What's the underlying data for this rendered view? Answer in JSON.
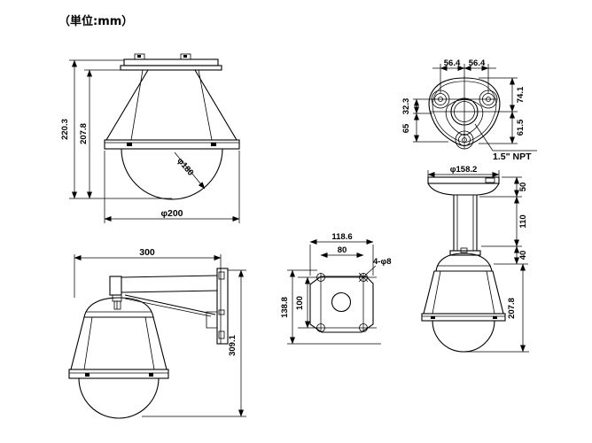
{
  "unit_label": "（単位:mm）",
  "front_view": {
    "overall_height": "220.3",
    "body_height": "207.8",
    "dome_diameter": "φ180",
    "body_diameter": "φ200"
  },
  "base_top_view": {
    "hole_spacing_left": "56.4",
    "hole_spacing_right": "56.4",
    "offset_upper_left": "32.3",
    "offset_lower_left": "65",
    "offset_upper_right": "74.1",
    "offset_lower_right": "61.5",
    "conduit_thread": "1.5\" NPT"
  },
  "pendant_view": {
    "flange_diameter": "φ158.2",
    "canopy_height": "50",
    "pipe_length": "110",
    "cap_height": "40",
    "camera_height": "207.8"
  },
  "wall_bracket_view": {
    "arm_length": "300",
    "overall_height": "309.1"
  },
  "plate_view": {
    "plate_width": "118.6",
    "hole_pitch_width": "80",
    "hole_callout": "4-φ8",
    "plate_height": "138.8",
    "hole_pitch_height": "100"
  }
}
